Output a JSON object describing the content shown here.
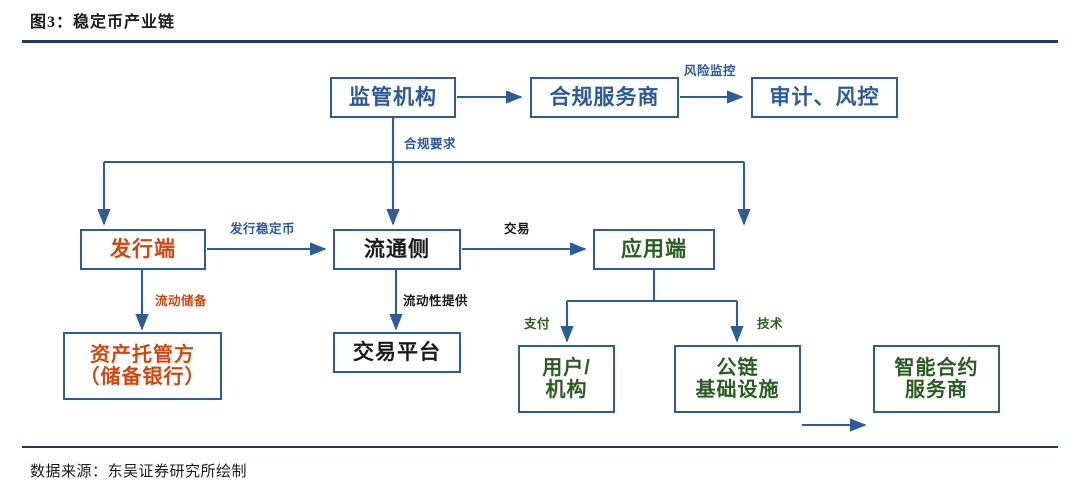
{
  "figure": {
    "title": "图3：稳定币产业链",
    "source": "数据来源：东吴证券研究所绘制"
  },
  "colors": {
    "blue": "#2d5a96",
    "black": "#1a1a1a",
    "orange": "#cc4a12",
    "green": "#2b5c22",
    "border": "#2e5c94",
    "rule": "#1f3864"
  },
  "nodes": {
    "regulator": "监管机构",
    "compliance_provider": "合规服务商",
    "audit_risk": "审计、风控",
    "issuer": "发行端",
    "circulation": "流通侧",
    "application": "应用端",
    "custodian": "资产托管方\n（储备银行）",
    "exchange_platform": "交易平台",
    "users": "用户/\n机构",
    "public_chain": "公链\n基础设施",
    "smart_contract": "智能合约\n服务商"
  },
  "edge_labels": {
    "risk_monitoring": "风险监控",
    "compliance_requirement": "合规要求",
    "issue_stablecoin": "发行稳定币",
    "liquid_reserve": "流动储备",
    "liquidity_supply": "流动性提供",
    "trade": "交易",
    "payment": "支付",
    "technology": "技术"
  }
}
